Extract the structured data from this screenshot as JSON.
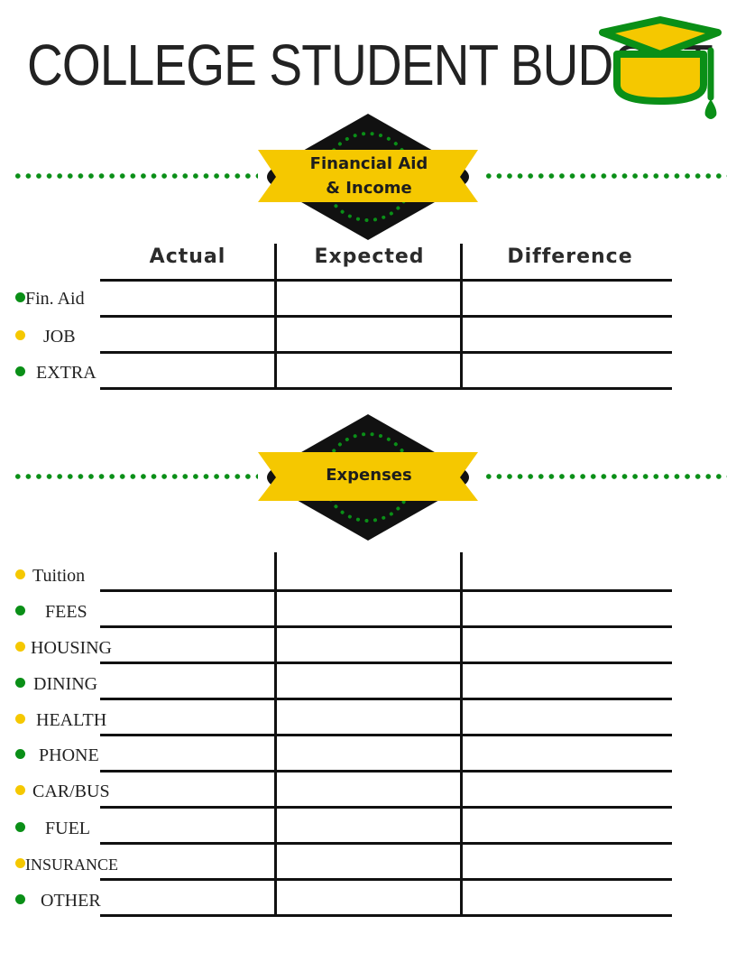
{
  "title": "COLLEGE STUDENT BUDGET",
  "colors": {
    "green": "#0a8f17",
    "yellow": "#f5c800",
    "dark": "#111111"
  },
  "icons": {
    "cap": "graduation-cap-icon"
  },
  "sections": {
    "income": {
      "badge_line1": "Financial Aid",
      "badge_line2": "& Income",
      "columns": [
        "Actual",
        "Expected",
        "Difference"
      ],
      "rows": [
        {
          "label": "Fin. Aid",
          "bullet": "green"
        },
        {
          "label": "JOB",
          "bullet": "yellow"
        },
        {
          "label": "EXTRA",
          "bullet": "green"
        }
      ]
    },
    "expenses": {
      "badge_label": "Expenses",
      "rows": [
        {
          "label": "Tuition",
          "bullet": "yellow"
        },
        {
          "label": "FEES",
          "bullet": "green"
        },
        {
          "label": "HOUSING",
          "bullet": "yellow"
        },
        {
          "label": "DINING",
          "bullet": "green"
        },
        {
          "label": "HEALTH",
          "bullet": "yellow"
        },
        {
          "label": "PHONE",
          "bullet": "green"
        },
        {
          "label": "CAR/BUS",
          "bullet": "yellow"
        },
        {
          "label": "FUEL",
          "bullet": "green"
        },
        {
          "label": "INSURANCE",
          "bullet": "yellow"
        },
        {
          "label": "OTHER",
          "bullet": "green"
        }
      ]
    }
  }
}
